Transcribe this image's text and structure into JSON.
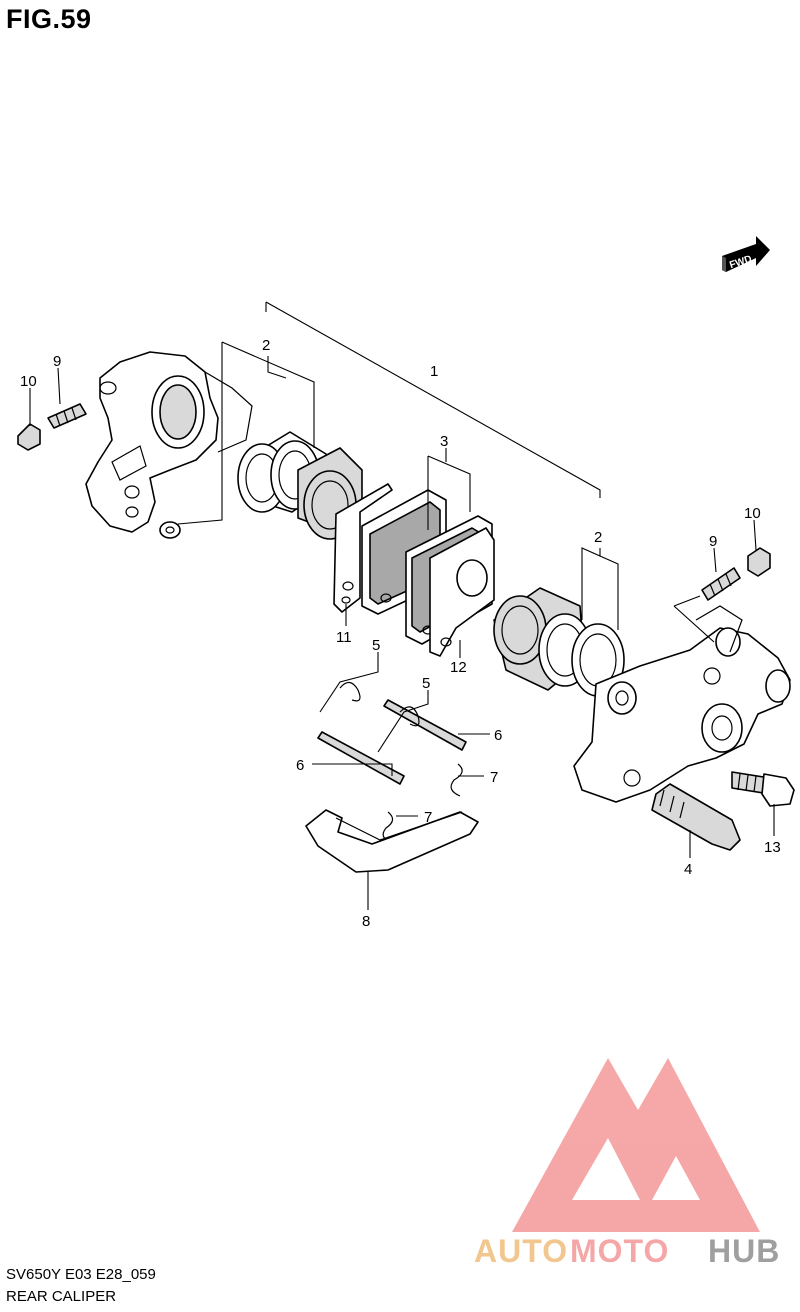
{
  "figure": {
    "title": "FIG.59",
    "model_code": "SV650Y E03 E28_059",
    "part_group": "REAR CALIPER"
  },
  "direction_badge": "FWD",
  "callouts": {
    "c1": "1",
    "c2a": "2",
    "c2b": "2",
    "c3": "3",
    "c4": "4",
    "c5a": "5",
    "c5b": "5",
    "c6a": "6",
    "c6b": "6",
    "c7a": "7",
    "c7b": "7",
    "c8": "8",
    "c9a": "9",
    "c9b": "9",
    "c10a": "10",
    "c10b": "10",
    "c11": "11",
    "c12": "12",
    "c13": "13"
  },
  "watermark": {
    "brand_part1": "AUTO",
    "brand_part2": "MOTO",
    "brand_part3": "HUB",
    "colors": {
      "logo": "#f5a3a3",
      "auto": "#f2c48a",
      "moto": "#f5a3a3",
      "hub": "#9a9a9a"
    }
  }
}
